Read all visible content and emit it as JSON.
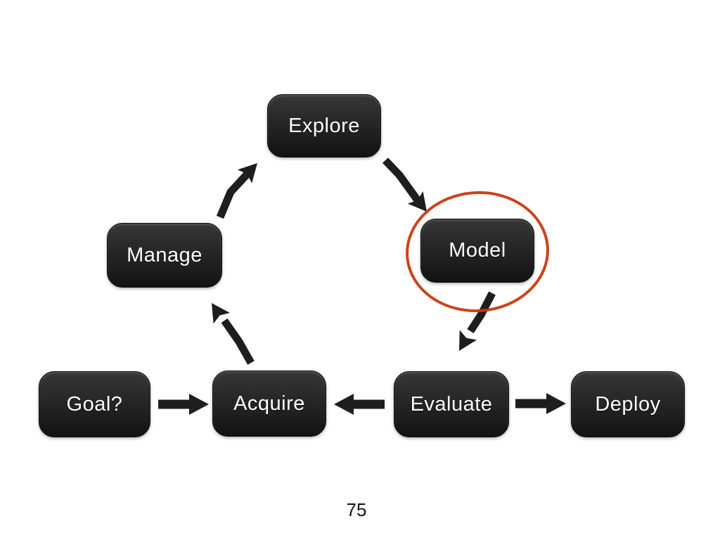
{
  "slide": {
    "background": "#ffffff",
    "page_number": "75"
  },
  "diagram": {
    "nodes": [
      {
        "id": "explore",
        "label": "Explore"
      },
      {
        "id": "manage",
        "label": "Manage"
      },
      {
        "id": "model",
        "label": "Model"
      },
      {
        "id": "goal",
        "label": "Goal?"
      },
      {
        "id": "acquire",
        "label": "Acquire"
      },
      {
        "id": "evaluate",
        "label": "Evaluate"
      },
      {
        "id": "deploy",
        "label": "Deploy"
      }
    ],
    "edges": [
      {
        "from": "goal",
        "to": "acquire"
      },
      {
        "from": "acquire",
        "to": "manage"
      },
      {
        "from": "manage",
        "to": "explore"
      },
      {
        "from": "explore",
        "to": "model"
      },
      {
        "from": "model",
        "to": "evaluate"
      },
      {
        "from": "evaluate",
        "to": "acquire"
      },
      {
        "from": "evaluate",
        "to": "deploy"
      }
    ],
    "annotation": {
      "shape": "hand-drawn-circle",
      "target": "model",
      "color": "#c63a0f"
    },
    "style": {
      "node_fill_top": "#373737",
      "node_fill_bottom": "#121212",
      "node_text_color": "#ffffff",
      "arrow_color": "#1e1e1e"
    }
  }
}
